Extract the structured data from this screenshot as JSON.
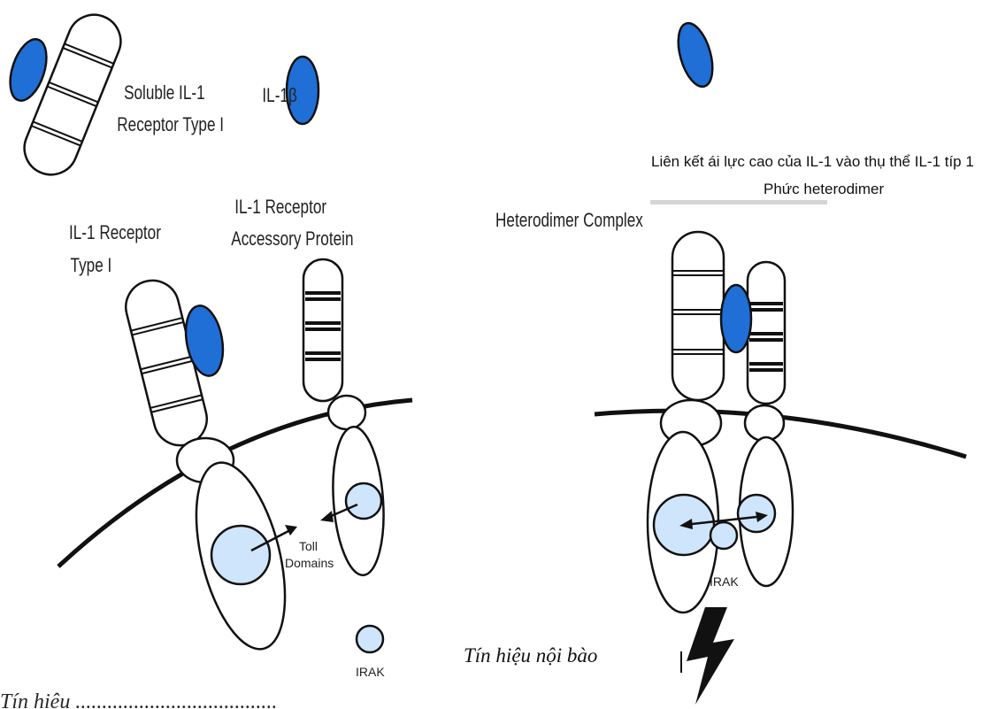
{
  "labels": {
    "soluble_receptor_line1": "Soluble IL-1",
    "soluble_receptor_line2": "Receptor Type I",
    "il1_beta": "IL-1β",
    "receptor_type1_line1": "IL-1 Receptor",
    "receptor_type1_line2": "Type I",
    "accessory_line1": "IL-1 Receptor",
    "accessory_line2": "Accessory Protein",
    "toll_line1": "Toll",
    "toll_line2": "Domains",
    "irak_left": "IRAK",
    "heterodimer_complex": "Heterodimer Complex",
    "irak_right": "IRAK"
  },
  "vietnamese": {
    "binding_line": "Liên kết ái lực cao của IL-1 vào thụ thể IL-1 típ 1",
    "complex_line": "Phức heterodimer",
    "signal": "Tín hiệu nội bào"
  },
  "colors": {
    "ligand_blue": "#1f6fd6",
    "domain_light_blue": "#cfe5fb",
    "outline": "#111111"
  }
}
